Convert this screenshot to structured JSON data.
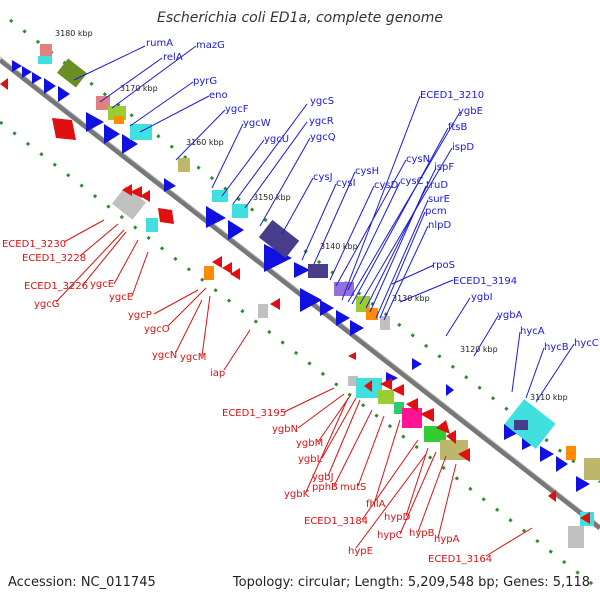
{
  "header": {
    "title": "Escherichia coli ED1a, complete genome"
  },
  "footer": {
    "accession": "Accession: NC_011745",
    "summary": "Topology: circular; Length: 5,209,548 bp; Genes: 5,118"
  },
  "colors": {
    "forward": "#1a1ad6",
    "reverse": "#dd1111",
    "backbone": "#7a7a7a",
    "dots": "#2e8b2e"
  },
  "scale": [
    "3180 kbp",
    "3170 kbp",
    "3160 kbp",
    "3150 kbp",
    "3140 kbp",
    "3130 kbp",
    "3120 kbp",
    "3110 kbp"
  ],
  "forward_genes": [
    "rumA",
    "relA",
    "mazG",
    "pyrG",
    "eno",
    "ygcF",
    "ygcW",
    "ygcU",
    "ygcS",
    "ygcR",
    "ygcQ",
    "cysJ",
    "cysI",
    "cysH",
    "cysD",
    "cysN",
    "cysC",
    "ECED1_3210",
    "ygbE",
    "ftsB",
    "ispD",
    "ispF",
    "truD",
    "surE",
    "pcm",
    "nlpD",
    "rpoS",
    "ECED1_3194",
    "ygbI",
    "ygbA",
    "hycA",
    "hycB",
    "hycC"
  ],
  "reverse_genes": [
    "ECED1_3230",
    "ECED1_3228",
    "ECED1_3226",
    "ygcG",
    "ygcE",
    "ygcE",
    "ygcP",
    "ygcO",
    "ygcN",
    "ygcM",
    "iap",
    "ECED1_3195",
    "ygbN",
    "ygbM",
    "ygbL",
    "ygbJ",
    "ygbK",
    "pphB",
    "mutS",
    "fhlA",
    "ECED1_3184",
    "hypD",
    "hypC",
    "hypB",
    "hypA",
    "hypE",
    "ECED1_3164"
  ]
}
